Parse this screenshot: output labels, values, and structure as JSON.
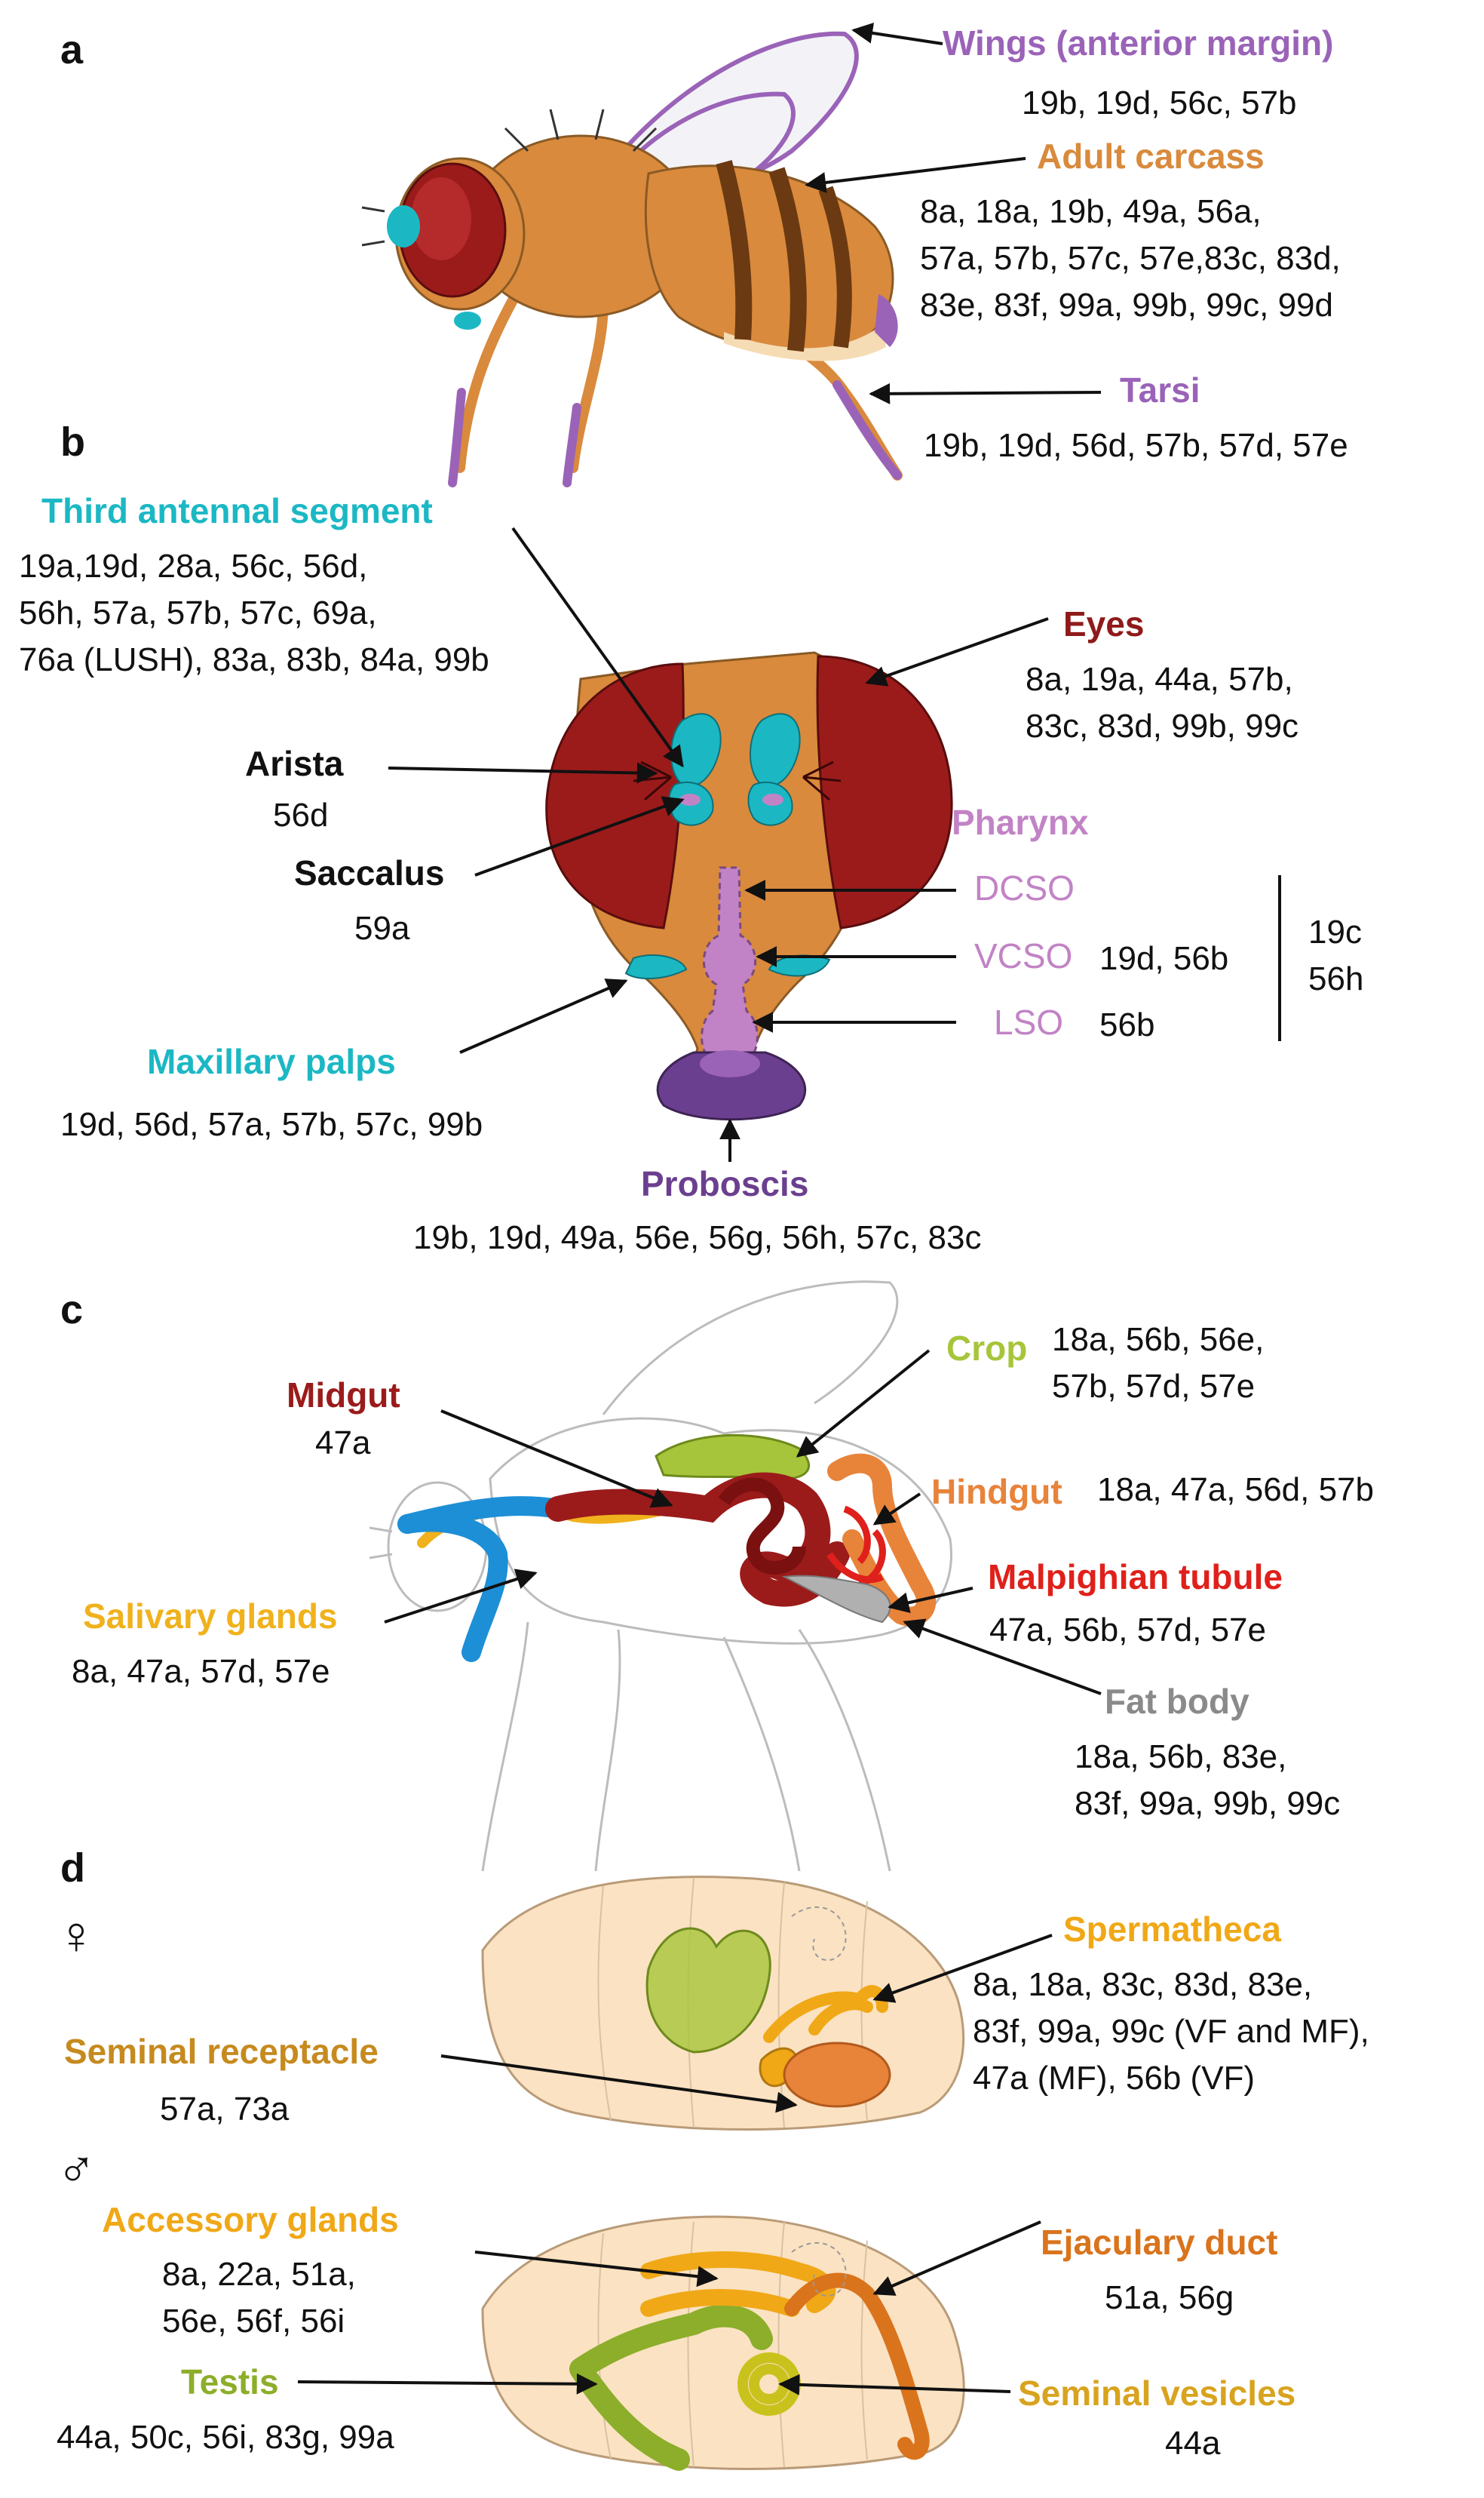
{
  "colors": {
    "wings": "#9a63b8",
    "carcass": "#d98a3c",
    "antenna": "#1bb8c4",
    "eyes": "#8f1a1a",
    "pharynx": "#c283c6",
    "proboscis": "#6b3f8f",
    "crop": "#a7c53a",
    "midgut": "#9b1b1b",
    "hindgut": "#e8833a",
    "malpighian": "#e0201b",
    "fat_body": "#8a8a8a",
    "salivary": "#f0b21c",
    "spermatheca": "#f0a817",
    "seminal_receptacle": "#c68a1e",
    "accessory": "#f0a817",
    "ejaculatory": "#d9741d",
    "testis": "#8cae2a",
    "seminal_vesicles": "#d8a31e"
  },
  "panel_a": {
    "letter": "a",
    "wings": {
      "label": "Wings (anterior margin)",
      "values": [
        "19b, 19d, 56c, 57b"
      ]
    },
    "carcass": {
      "label": "Adult carcass",
      "values": [
        "8a, 18a, 19b, 49a, 56a,",
        "57a, 57b, 57c, 57e,83c, 83d,",
        "83e, 83f, 99a, 99b, 99c, 99d"
      ]
    },
    "tarsi": {
      "label": "Tarsi",
      "values": [
        "19b, 19d, 56d, 57b, 57d, 57e"
      ]
    }
  },
  "panel_b": {
    "letter": "b",
    "antenna": {
      "label": "Third antennal segment",
      "values": [
        "19a,19d, 28a, 56c, 56d,",
        "56h, 57a, 57b, 57c, 69a,",
        "76a (LUSH), 83a, 83b, 84a, 99b"
      ]
    },
    "eyes": {
      "label": "Eyes",
      "values": [
        "8a, 19a, 44a, 57b,",
        "83c, 83d, 99b, 99c"
      ]
    },
    "arista": {
      "label": "Arista",
      "values": [
        "56d"
      ]
    },
    "saccalus": {
      "label": "Saccalus",
      "values": [
        "59a"
      ]
    },
    "pharynx": {
      "label": "Pharynx",
      "dcso": "DCSO",
      "vcso": "VCSO",
      "vcso_values": "19d, 56b",
      "lso": "LSO",
      "lso_values": "56b",
      "bracket_values": [
        "19c",
        "56h"
      ]
    },
    "palps": {
      "label": "Maxillary palps",
      "values": [
        "19d, 56d, 57a, 57b, 57c, 99b"
      ]
    },
    "proboscis": {
      "label": "Proboscis",
      "values": [
        "19b, 19d, 49a, 56e, 56g, 56h, 57c, 83c"
      ]
    }
  },
  "panel_c": {
    "letter": "c",
    "crop": {
      "label": "Crop",
      "values": [
        "18a, 56b, 56e,",
        "57b, 57d, 57e"
      ]
    },
    "midgut": {
      "label": "Midgut",
      "values": [
        "47a"
      ]
    },
    "hindgut": {
      "label": "Hindgut",
      "values": [
        "18a, 47a, 56d, 57b"
      ]
    },
    "malpighian": {
      "label": "Malpighian tubule",
      "values": [
        "47a, 56b, 57d, 57e"
      ]
    },
    "salivary": {
      "label": "Salivary glands",
      "values": [
        "8a, 47a, 57d, 57e"
      ]
    },
    "fatbody": {
      "label": "Fat body",
      "values": [
        "18a, 56b, 83e,",
        "83f, 99a, 99b, 99c"
      ]
    }
  },
  "panel_d": {
    "letter": "d",
    "female_symbol": "♀",
    "male_symbol": "♂",
    "spermatheca": {
      "label": "Spermatheca",
      "values": [
        "8a, 18a, 83c, 83d, 83e,",
        "83f, 99a, 99c (VF and MF),",
        "47a (MF), 56b (VF)"
      ]
    },
    "seminal_receptacle": {
      "label": "Seminal receptacle",
      "values": [
        "57a, 73a"
      ]
    },
    "accessory": {
      "label": "Accessory glands",
      "values": [
        "8a, 22a, 51a,",
        "56e, 56f, 56i"
      ]
    },
    "ejaculatory": {
      "label": "Ejaculary duct",
      "values": [
        "51a, 56g"
      ]
    },
    "testis": {
      "label": "Testis",
      "values": [
        "44a, 50c, 56i, 83g, 99a"
      ]
    },
    "vesicles": {
      "label": "Seminal vesicles",
      "values": [
        "44a"
      ]
    }
  }
}
